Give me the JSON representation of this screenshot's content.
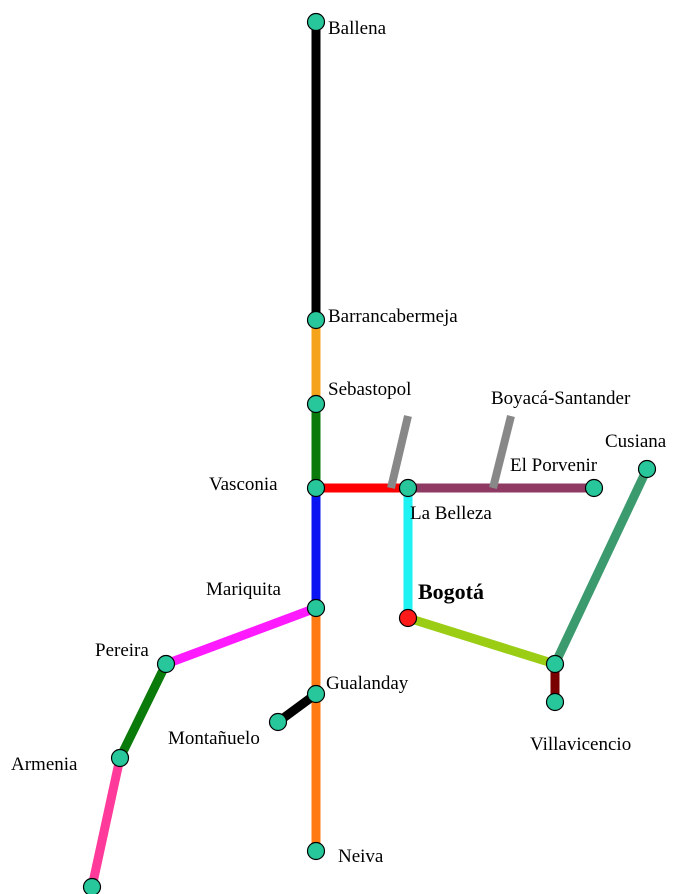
{
  "nodes": {
    "ballena": {
      "label": "Ballena"
    },
    "barrancabermeja": {
      "label": "Barrancabermeja"
    },
    "sebastopol": {
      "label": "Sebastopol"
    },
    "vasconia": {
      "label": "Vasconia"
    },
    "la_belleza": {
      "label": "La Belleza"
    },
    "el_porvenir": {
      "label": "El Porvenir"
    },
    "cusiana": {
      "label": "Cusiana"
    },
    "bogota": {
      "label": "Bogotá"
    },
    "mariquita": {
      "label": "Mariquita"
    },
    "pereira": {
      "label": "Pereira"
    },
    "armenia": {
      "label": "Armenia"
    },
    "gualanday": {
      "label": "Gualanday"
    },
    "montanuelo": {
      "label": "Montañuelo"
    },
    "villavicencio": {
      "label": "Villavicencio"
    },
    "neiva": {
      "label": "Neiva"
    },
    "boyaca_santander": {
      "label": "Boyacá-Santander"
    }
  },
  "colors": {
    "node_fill": "#27c79b",
    "bogota_fill": "#ff1a1a",
    "ballena_barranca": "#000000",
    "barranca_sebastopol": "#f5a31a",
    "sebastopol_vasconia": "#0a7a0a",
    "vasconia_labelleza": "#ff0000",
    "labelleza_porvenir": "#8e3a63",
    "labelleza_bogota": "#1ef2f2",
    "bogota_cusiana_branch": "#9acd14",
    "cusiana_line": "#3b9a6e",
    "villavicencio_spur": "#7a0000",
    "vasconia_mariquita": "#0a14f2",
    "mariquita_neiva": "#ff7a12",
    "mariquita_pereira": "#ff1aff",
    "pereira_armenia": "#0a7a0a",
    "armenia_south": "#ff3a9a",
    "gualanday_montanuelo": "#000000",
    "branch_connectors": "#888888"
  }
}
